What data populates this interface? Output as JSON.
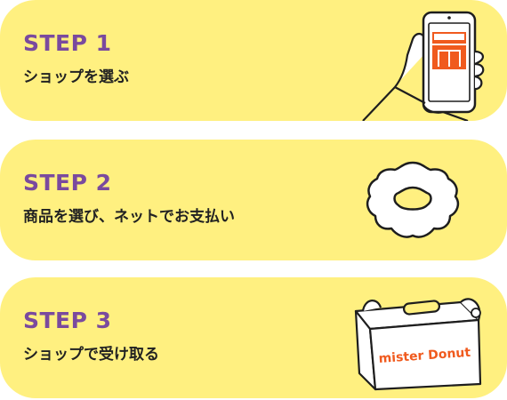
{
  "colors": {
    "card_background": "#FFF080",
    "step_title": "#7A4A9E",
    "description": "#222222",
    "outline": "#1E1E1E",
    "brand_orange": "#F05A1E"
  },
  "steps": [
    {
      "title": "STEP 1",
      "description": "ショップを選ぶ",
      "icon": "hand-holding-smartphone-icon"
    },
    {
      "title": "STEP 2",
      "description": "商品を選び、ネットでお支払い",
      "icon": "donut-icon"
    },
    {
      "title": "STEP 3",
      "description": "ショップで受け取る",
      "icon": "donut-box-icon",
      "box_logo": "mister Donut"
    }
  ]
}
